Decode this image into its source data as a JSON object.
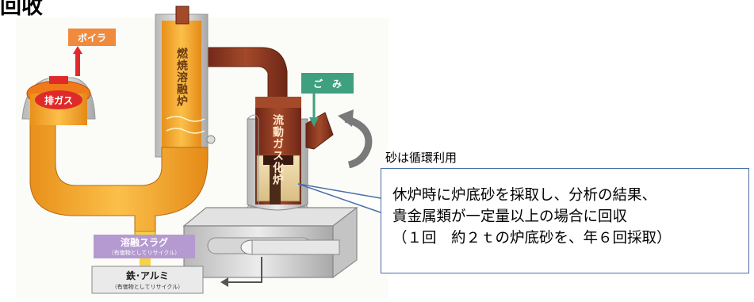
{
  "page": {
    "title": "回收"
  },
  "labels": {
    "boiler": "ボイラ",
    "exhaust": "排ガス",
    "melting_furnace": "燃焼溶融炉",
    "waste": "ご　み",
    "gasifier": "流動ガス化炉",
    "slag": "溶融スラグ",
    "slag_sub": "（有価物としてリサイクル）",
    "metal": "鉄･アルミ",
    "metal_sub": "（有価物としてリサイクル）",
    "sand_recycle": "砂は循環利用"
  },
  "callout": {
    "line1": "休炉時に炉底砂を採取し、分析の結果、",
    "line2": "貴金属類が一定量以上の場合に回収",
    "line3": "（１回　約２ｔの炉底砂を、年６回採取）"
  },
  "colors": {
    "furnace_orange": "#f2a21e",
    "furnace_dark": "#8a3320",
    "boiler_box": "#f08a3c",
    "waste_box": "#3fa080",
    "slag_box": "#b49ad0",
    "metal_box": "#7a7a7a",
    "callout_border": "#4a6ea8"
  }
}
